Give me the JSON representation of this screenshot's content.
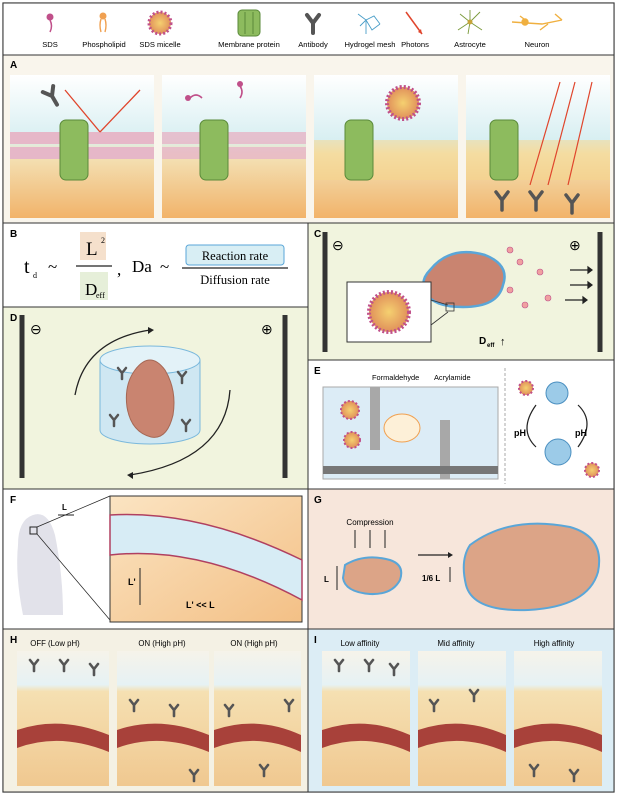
{
  "legend": {
    "items": [
      {
        "label": "SDS",
        "icon": "sds-icon"
      },
      {
        "label": "Phospholipid",
        "icon": "phospholipid-icon"
      },
      {
        "label": "SDS micelle",
        "icon": "sds-micelle-icon"
      },
      {
        "label": "Membrane protein",
        "icon": "membrane-protein-icon"
      },
      {
        "label": "Antibody",
        "icon": "antibody-icon"
      },
      {
        "label": "Hydrogel mesh",
        "icon": "hydrogel-mesh-icon"
      },
      {
        "label": "Photons",
        "icon": "photons-icon"
      },
      {
        "label": "Astrocyte",
        "icon": "astrocyte-icon"
      },
      {
        "label": "Neuron",
        "icon": "neuron-icon"
      }
    ]
  },
  "panels": {
    "A": {
      "letter": "A"
    },
    "B": {
      "letter": "B",
      "t": "t",
      "t_sub": "d",
      "sim1": "~",
      "num": "L",
      "num_sup": "2",
      "den": "D",
      "den_sub": "eff",
      "comma": ",",
      "da": "Da",
      "sim2": "~",
      "rate_num": "Reaction rate",
      "rate_den": "Diffusion rate"
    },
    "C": {
      "letter": "C",
      "minus": "⊖",
      "plus": "⊕",
      "deff": "D",
      "deff_sub": "eff",
      "arrow": "↑"
    },
    "D": {
      "letter": "D",
      "minus": "⊖",
      "plus": "⊕"
    },
    "E": {
      "letter": "E",
      "formaldehyde": "Formaldehyde",
      "acrylamide": "Acrylamide",
      "ph_down": "pH",
      "ph_up": "pH"
    },
    "F": {
      "letter": "F",
      "L": "L",
      "Lp": "L'",
      "relation": "L' << L"
    },
    "G": {
      "letter": "G",
      "compression": "Compression",
      "L": "L",
      "L6": "1/6 L"
    },
    "H": {
      "letter": "H",
      "subtitles": [
        "OFF (Low pH)",
        "ON (High pH)",
        "ON (High pH)"
      ]
    },
    "I": {
      "letter": "I",
      "subtitles": [
        "Low affinity",
        "Mid affinity",
        "High affinity"
      ]
    }
  },
  "colors": {
    "sds": "#c0508a",
    "phospholipid": "#f0a050",
    "protein": "#8dbb5e",
    "antibody": "#555555",
    "photon": "#e0452c",
    "tissue": "#c98470",
    "blue_outline": "#5aa6d8"
  }
}
